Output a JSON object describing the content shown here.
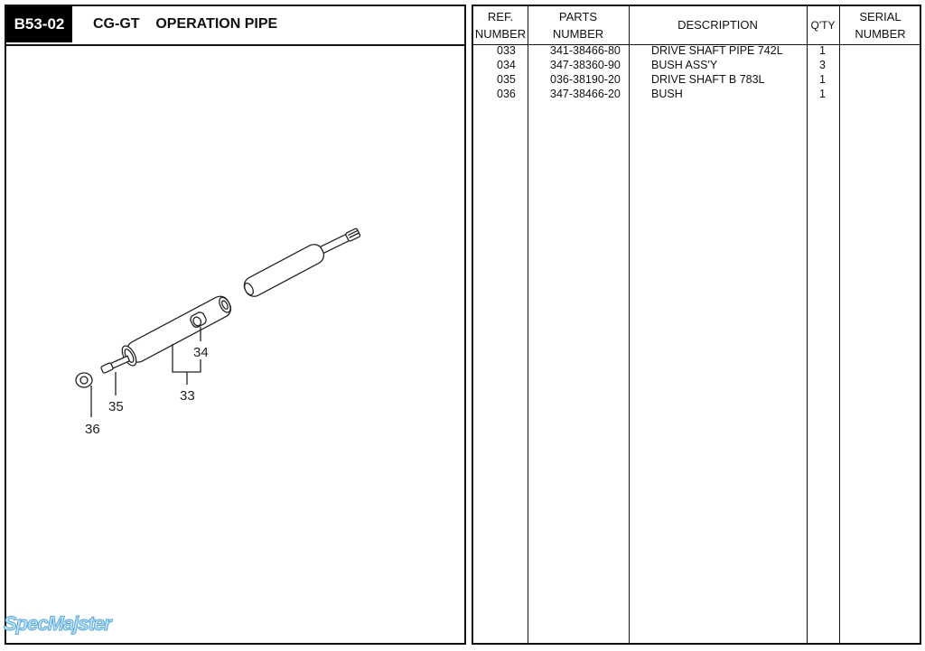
{
  "header": {
    "code": "B53-02",
    "title": "CG-GT    OPERATION PIPE"
  },
  "table": {
    "columns": [
      {
        "line1": "REF.",
        "line2": "NUMBER"
      },
      {
        "line1": "PARTS",
        "line2": "NUMBER"
      },
      {
        "line1": "DESCRIPTION"
      },
      {
        "line1": "Q'TY"
      },
      {
        "line1": "SERIAL",
        "line2": "NUMBER"
      }
    ],
    "rows": [
      {
        "ref": "033",
        "part": "341-38466-80",
        "desc": "DRIVE SHAFT PIPE 742L",
        "qty": "1"
      },
      {
        "ref": "034",
        "part": "347-38360-90",
        "desc": "BUSH ASS'Y",
        "qty": "3"
      },
      {
        "ref": "035",
        "part": "036-38190-20",
        "desc": "DRIVE SHAFT B 783L",
        "qty": "1"
      },
      {
        "ref": "036",
        "part": "347-38466-20",
        "desc": "BUSH",
        "qty": "1"
      }
    ]
  },
  "diagram": {
    "callouts": [
      "34",
      "33",
      "35",
      "36"
    ]
  },
  "watermark": "SpecMajster"
}
